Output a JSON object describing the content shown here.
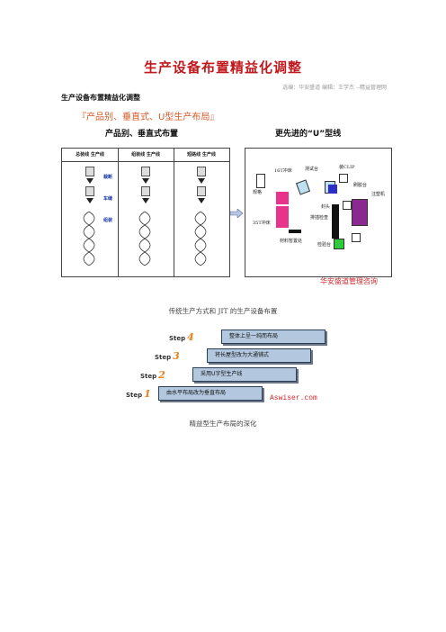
{
  "title": "生产设备布置精益化调整",
  "source": "选编：华安盛道 编辑：王学杰 --精益管理网",
  "heading": "生产设备布置精益化调整",
  "subtitle": "『产品别、垂直式、U型生产布局』",
  "left_header": "产品别、垂直式布置",
  "right_header": "更先进的“U”型线",
  "left_diagram": {
    "columns": [
      "总装线 生产线",
      "组装线 生产线",
      "短路线 生产线"
    ],
    "process_labels": [
      "裁断",
      "车缝",
      "组装"
    ]
  },
  "right_diagram": {
    "labels": {
      "machine_16t": "16T冲床",
      "spec": "规格",
      "test": "测试台",
      "clip": "装CLIP",
      "pad": "刷胶台",
      "mold": "注塑机",
      "seal": "封头",
      "pin": "排插检查",
      "machine_35t": "35T冲床",
      "material": "材料暂置处",
      "inspect": "检验台"
    },
    "colors": {
      "pink": "#e8338a",
      "blue": "#2e2fc8",
      "purple": "#8a2a90",
      "green": "#2ec93c",
      "lightblue": "#bfe0f0",
      "black": "#111111"
    }
  },
  "brand": "华安盛道管理咨询",
  "caption1": "传统生产方式和 JIT 的生产设备布置",
  "steps": [
    {
      "label": "Step",
      "num": "1",
      "text": "由水平布局改为垂直布局"
    },
    {
      "label": "Step",
      "num": "2",
      "text": "采用U字型生产线"
    },
    {
      "label": "Step",
      "num": "3",
      "text": "将长屋型改为大通铺式"
    },
    {
      "label": "Step",
      "num": "4",
      "text": "整体上呈一纯而布局"
    }
  ],
  "site": "Aswiser.com",
  "caption2": "精益型生产布局的深化"
}
